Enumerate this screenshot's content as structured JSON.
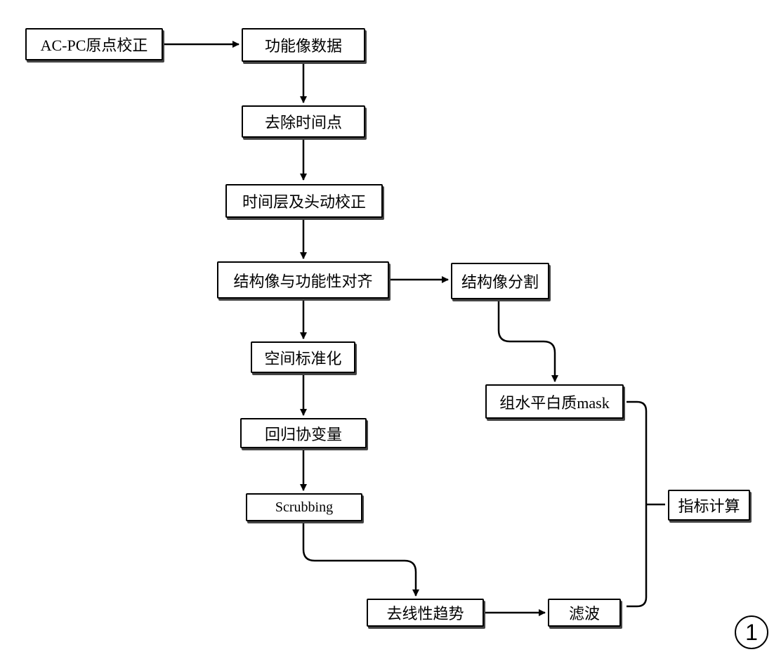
{
  "nodes": {
    "acpc": "AC-PC原点校正",
    "func": "功能像数据",
    "remove": "去除时间点",
    "slicetime": "时间层及头动校正",
    "coreg": "结构像与功能性对齐",
    "segment": "结构像分割",
    "normalize": "空间标准化",
    "regress": "回归协变量",
    "scrub": "Scrubbing",
    "wm_mask": "组水平白质mask",
    "metrics": "指标计算",
    "detrend": "去线性趋势",
    "filter": "滤波"
  },
  "badge": "1"
}
